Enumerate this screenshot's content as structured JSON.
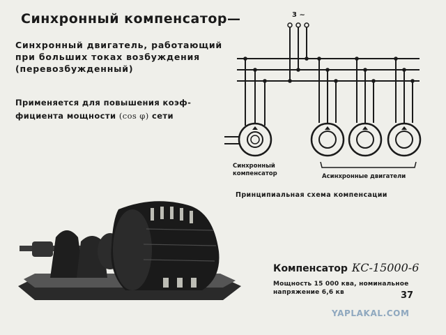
{
  "slide": {
    "title": "Синхронный компенсатор—",
    "definition": [
      "Синхронный двигатель, работающий",
      "при больших токах возбуждения",
      "(перевозбужденный)"
    ],
    "application": [
      "Применяется для повышения коэф-",
      "фициента мощности"
    ],
    "cos_symbol": "cos φ",
    "application_tail": "сети",
    "diagram": {
      "phase_label": "3 ~",
      "sync_label": [
        "Синхронный",
        "компенсатор"
      ],
      "async_label": "Асинхронные двигатели",
      "caption": "Принципиальная схема компенсации"
    },
    "compensator": {
      "name": "Компенсатор",
      "code": "КС-15000-6",
      "spec": [
        "Мощность 15 000 ква, номинальное",
        "напряжение 6,6 кв"
      ]
    },
    "page_number": "37",
    "watermark": "YAPLAKAL.COM"
  }
}
